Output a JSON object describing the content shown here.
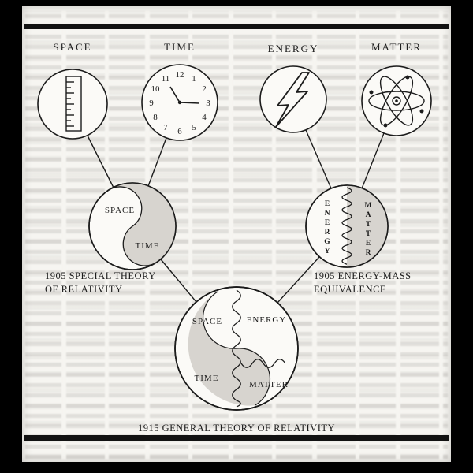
{
  "colors": {
    "ink": "#1c1c1c",
    "shade": "#d7d4cf",
    "page": "#f6f5f1",
    "frame": "#000000"
  },
  "concepts": [
    {
      "label": "SPACE",
      "icon": "ruler-icon"
    },
    {
      "label": "TIME",
      "icon": "clock-icon"
    },
    {
      "label": "ENERGY",
      "icon": "lightning-icon"
    },
    {
      "label": "MATTER",
      "icon": "atom-icon"
    }
  ],
  "clock": {
    "numbers": [
      "12",
      "1",
      "2",
      "3",
      "4",
      "5",
      "6",
      "7",
      "8",
      "9",
      "10",
      "11"
    ]
  },
  "spacetime": {
    "label_top": "SPACE",
    "label_bottom": "TIME",
    "caption_line1": "1905 SPECIAL THEORY",
    "caption_line2": "OF RELATIVITY"
  },
  "energymass": {
    "label_left": "ENERGY",
    "label_right": "MATTER",
    "caption_line1": "1905 ENERGY-MASS",
    "caption_line2": "EQUIVALENCE"
  },
  "general": {
    "label_top_left": "SPACE",
    "label_top_right": "ENERGY",
    "label_bottom_left": "TIME",
    "label_bottom_right": "MATTER",
    "caption": "1915 GENERAL THEORY OF RELATIVITY"
  }
}
